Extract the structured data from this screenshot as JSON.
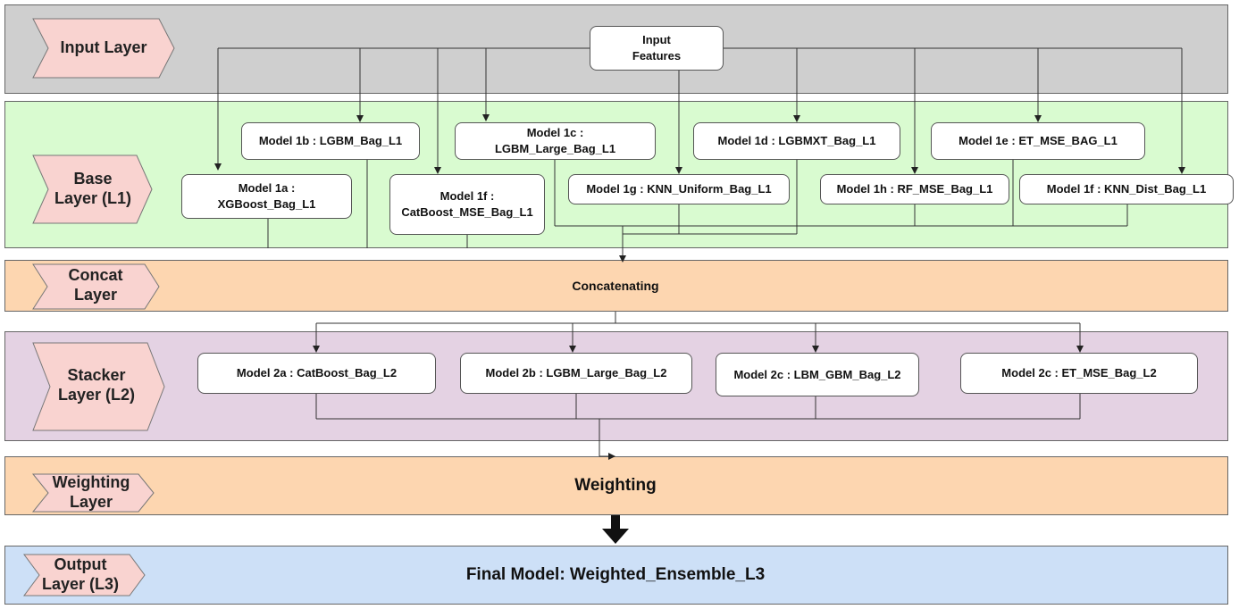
{
  "layers": {
    "input": "Input Layer",
    "base": "Base\nLayer (L1)",
    "concat": "Concat\nLayer",
    "stacker": "Stacker\nLayer (L2)",
    "weighting": "Weighting\nLayer",
    "output": "Output\nLayer (L3)"
  },
  "input_node": "Input\nFeatures",
  "base_models": {
    "m1a": "Model 1a :\nXGBoost_Bag_L1",
    "m1b": "Model 1b : LGBM_Bag_L1",
    "m1c": "Model 1c :\nLGBM_Large_Bag_L1",
    "m1d": "Model 1d : LGBMXT_Bag_L1",
    "m1e": "Model 1e : ET_MSE_BAG_L1",
    "m1f_cat": "Model 1f :\nCatBoost_MSE_Bag_L1",
    "m1g": "Model 1g : KNN_Uniform_Bag_L1",
    "m1h": "Model 1h : RF_MSE_Bag_L1",
    "m1f_knn": "Model 1f : KNN_Dist_Bag_L1"
  },
  "concat_text": "Concatenating",
  "stacker_models": {
    "m2a": "Model 2a : CatBoost_Bag_L2",
    "m2b": "Model 2b : LGBM_Large_Bag_L2",
    "m2c_lbm": "Model 2c : LBM_GBM_Bag_L2",
    "m2c_et": "Model 2c : ET_MSE_Bag_L2"
  },
  "weighting_text": "Weighting",
  "final_text": "Final Model: Weighted_Ensemble_L3",
  "colors": {
    "input_band": "#cfcfcf",
    "base_band": "#d9fbd0",
    "concat_band": "#fdd6b0",
    "stacker_band": "#e4d2e3",
    "weighting_band": "#fdd6b0",
    "output_band": "#cde0f7",
    "chevron_fill": "#f9d3d0"
  }
}
